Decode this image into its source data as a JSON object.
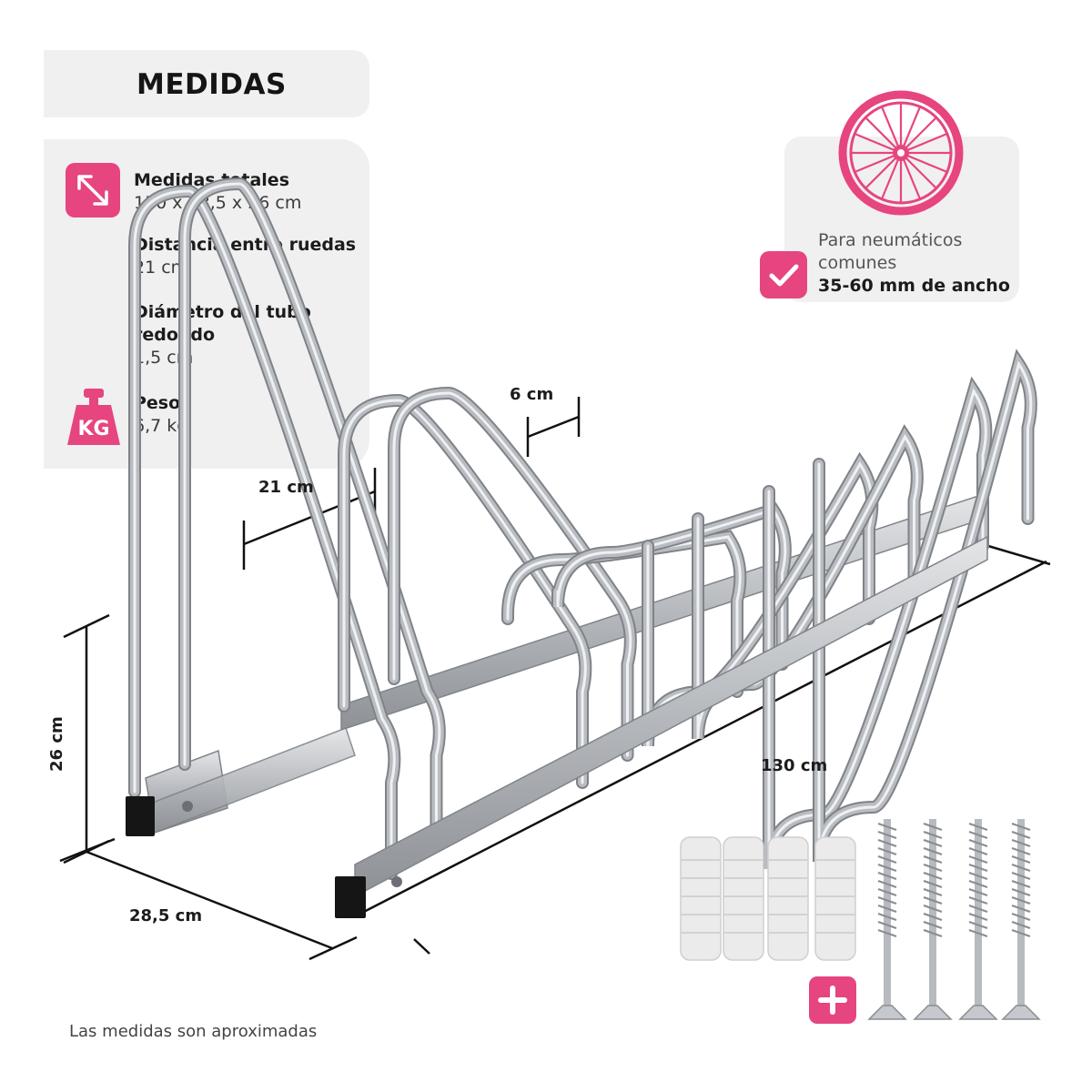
{
  "title": "MEDIDAS",
  "specs": [
    {
      "label": "Medidas totales",
      "value": "130 x 28,5 x 26 cm"
    },
    {
      "label": "Distancia entre ruedas",
      "value": "21 cm"
    },
    {
      "label": "Diámetro del tubo redondo",
      "value": "1,5 cm"
    },
    {
      "label": "Peso",
      "value": "6,7 kg"
    }
  ],
  "icons": {
    "dimensions": "diagonal-arrow-icon",
    "weight": "weight-kg-icon",
    "weight_text": "KG",
    "tire": "bicycle-wheel-icon",
    "check": "checkmark-icon",
    "plus": "plus-icon"
  },
  "tire_note": {
    "line1": "Para neumáticos",
    "line2": "comunes",
    "line3": "35-60 mm de ancho"
  },
  "dimensions": {
    "height": "26 cm",
    "width": "28,5 cm",
    "length": "130 cm",
    "wheel_distance": "21 cm",
    "gap": "6 cm"
  },
  "footnote": "Las medidas son aproximadas",
  "colors": {
    "accent": "#e6457f",
    "panel": "#f0f0f0",
    "metal": "#b9bcc0"
  }
}
